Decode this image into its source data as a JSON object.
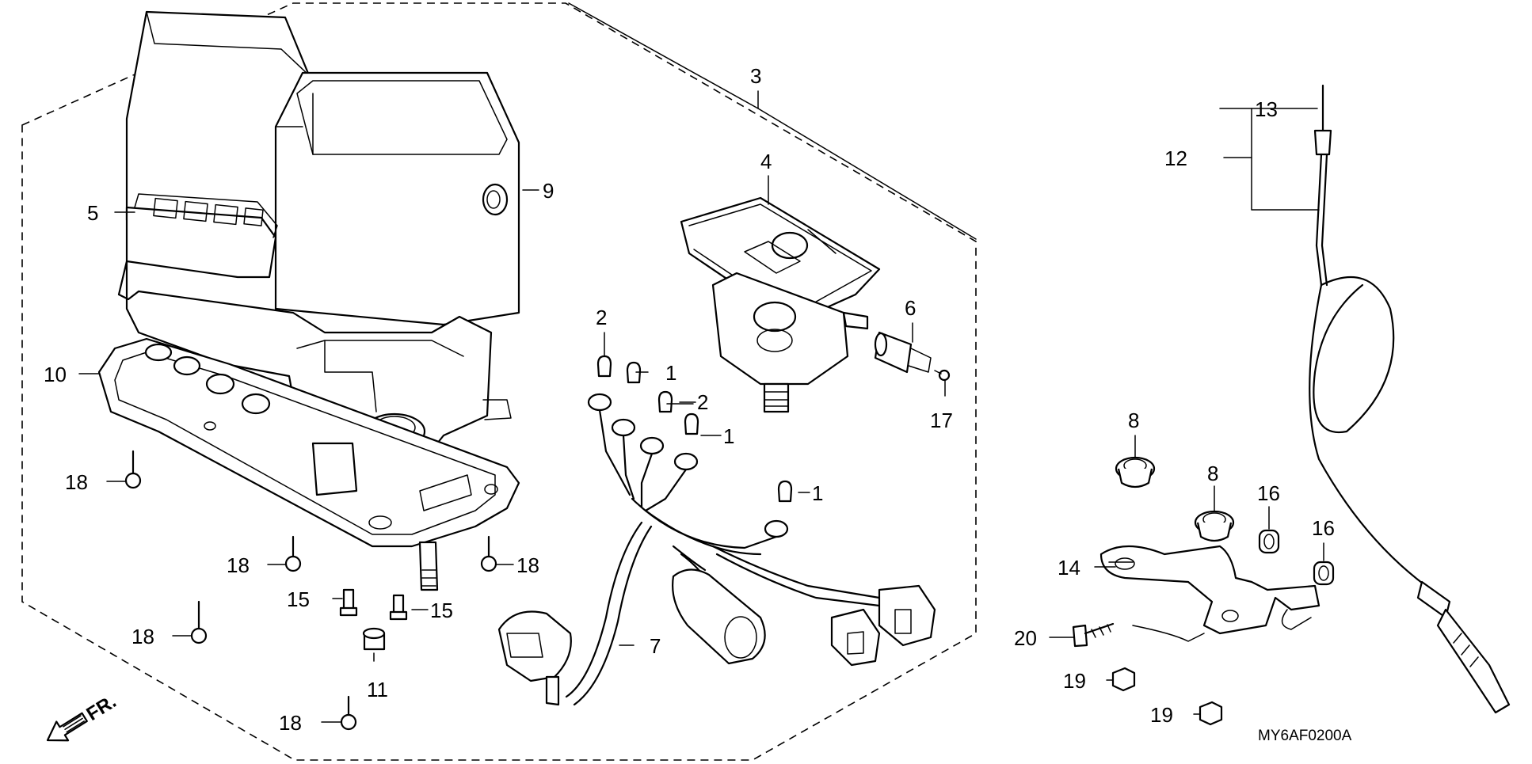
{
  "diagram_code": "MY6AF0200A",
  "front_marker": "FR.",
  "callouts": {
    "n1a": "1",
    "n1b": "1",
    "n1c": "1",
    "n2a": "2",
    "n2b": "2",
    "n3": "3",
    "n4": "4",
    "n5": "5",
    "n6": "6",
    "n7": "7",
    "n8a": "8",
    "n8b": "8",
    "n9": "9",
    "n10": "10",
    "n11": "11",
    "n12": "12",
    "n13": "13",
    "n14": "14",
    "n15a": "15",
    "n15b": "15",
    "n16a": "16",
    "n16b": "16",
    "n17": "17",
    "n18a": "18",
    "n18b": "18",
    "n18c": "18",
    "n18d": "18",
    "n18e": "18",
    "n19a": "19",
    "n19b": "19",
    "n20": "20"
  }
}
